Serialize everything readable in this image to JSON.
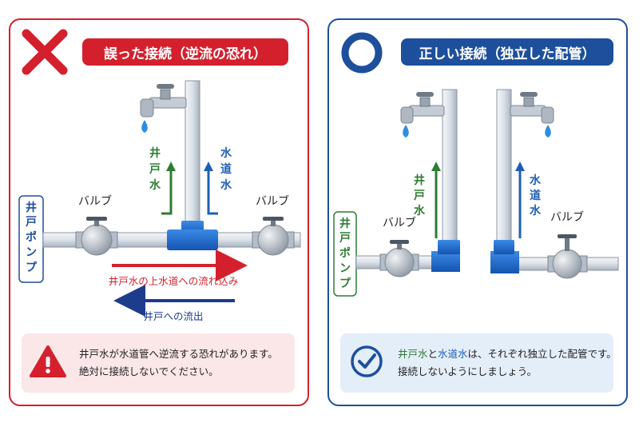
{
  "left_panel": {
    "title": "誤った接続（逆流の恐れ）",
    "pump_label": "井戸ポンプ",
    "valve_left": "バルブ",
    "valve_right": "バルブ",
    "well_water_label": "井戸水",
    "city_water_label": "水道水",
    "flow_in_label": "井戸水の上水道への流れ込み",
    "flow_out_label": "井戸への流出",
    "note_line1": "井戸水が水道管へ逆流する恐れがあります。",
    "note_line2": "絶対に接続しないでください。"
  },
  "right_panel": {
    "title": "正しい接続（独立した配管）",
    "pump_label": "井戸ポンプ",
    "valve_left": "バルブ",
    "valve_right": "バルブ",
    "well_water_label": "井戸水",
    "city_water_label": "水道水",
    "note_line1_a": "井戸水",
    "note_line1_b": "と",
    "note_line1_c": "水道水",
    "note_line1_d": "は、それぞれ独立した配管です。",
    "note_line2": "接続しないようにしましょう。"
  },
  "colors": {
    "bad": "#d4202d",
    "good": "#1d4f9c",
    "well_arrow": "#2e7d32",
    "city_arrow": "#1e5fb4",
    "fitting": "#1f6fd1",
    "pipe": "#dde3ea"
  },
  "icons": [
    "cross-mark-icon",
    "circle-mark-icon",
    "warning-icon",
    "check-circle-icon",
    "faucet-icon",
    "water-drop-icon",
    "valve-icon"
  ]
}
